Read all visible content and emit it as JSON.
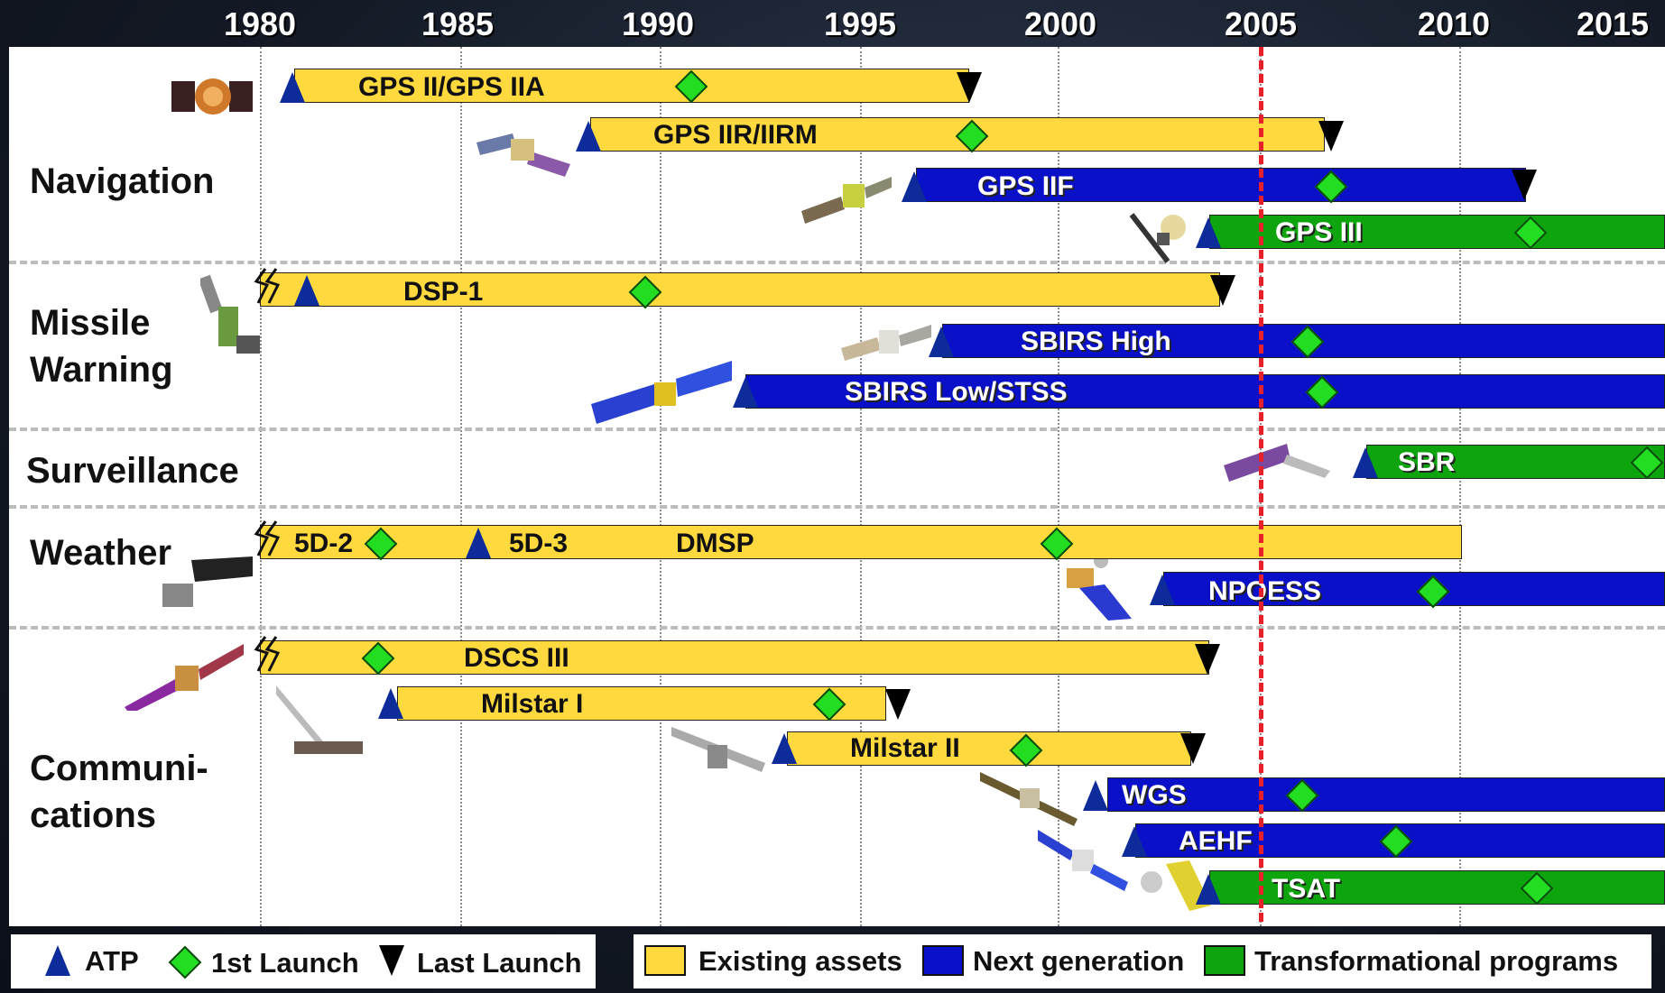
{
  "years": [
    "1980",
    "1985",
    "1990",
    "1995",
    "2000",
    "2005",
    "2010",
    "2015"
  ],
  "categories": [
    "Navigation",
    "Missile\nWarning",
    "Surveillance",
    "Weather",
    "Communi-\ncations"
  ],
  "colors": {
    "existing": "#ffd93d",
    "next_generation": "#0a10c8",
    "transformational": "#0ea40e",
    "current_year_line": "#e8202a"
  },
  "programs": [
    {
      "label": "GPS II/GPS IIA",
      "type": "existing"
    },
    {
      "label": "GPS IIR/IIRM",
      "type": "existing"
    },
    {
      "label": "GPS IIF",
      "type": "next_generation"
    },
    {
      "label": "GPS III",
      "type": "transformational"
    },
    {
      "label": "DSP-1",
      "type": "existing"
    },
    {
      "label": "SBIRS High",
      "type": "next_generation"
    },
    {
      "label": "SBIRS Low/STSS",
      "type": "next_generation"
    },
    {
      "label": "SBR",
      "type": "transformational"
    },
    {
      "label": "DMSP",
      "type": "existing",
      "sub_labels": [
        "5D-2",
        "5D-3"
      ]
    },
    {
      "label": "NPOESS",
      "type": "next_generation"
    },
    {
      "label": "DSCS III",
      "type": "existing"
    },
    {
      "label": "Milstar I",
      "type": "existing"
    },
    {
      "label": "Milstar II",
      "type": "existing"
    },
    {
      "label": "WGS",
      "type": "next_generation"
    },
    {
      "label": "AEHF",
      "type": "next_generation"
    },
    {
      "label": "TSAT",
      "type": "transformational"
    }
  ],
  "legend": {
    "atp": "ATP",
    "first_launch": "1st Launch",
    "last_launch": "Last Launch",
    "existing": "Existing assets",
    "next_generation": "Next generation",
    "transformational": "Transformational programs"
  }
}
